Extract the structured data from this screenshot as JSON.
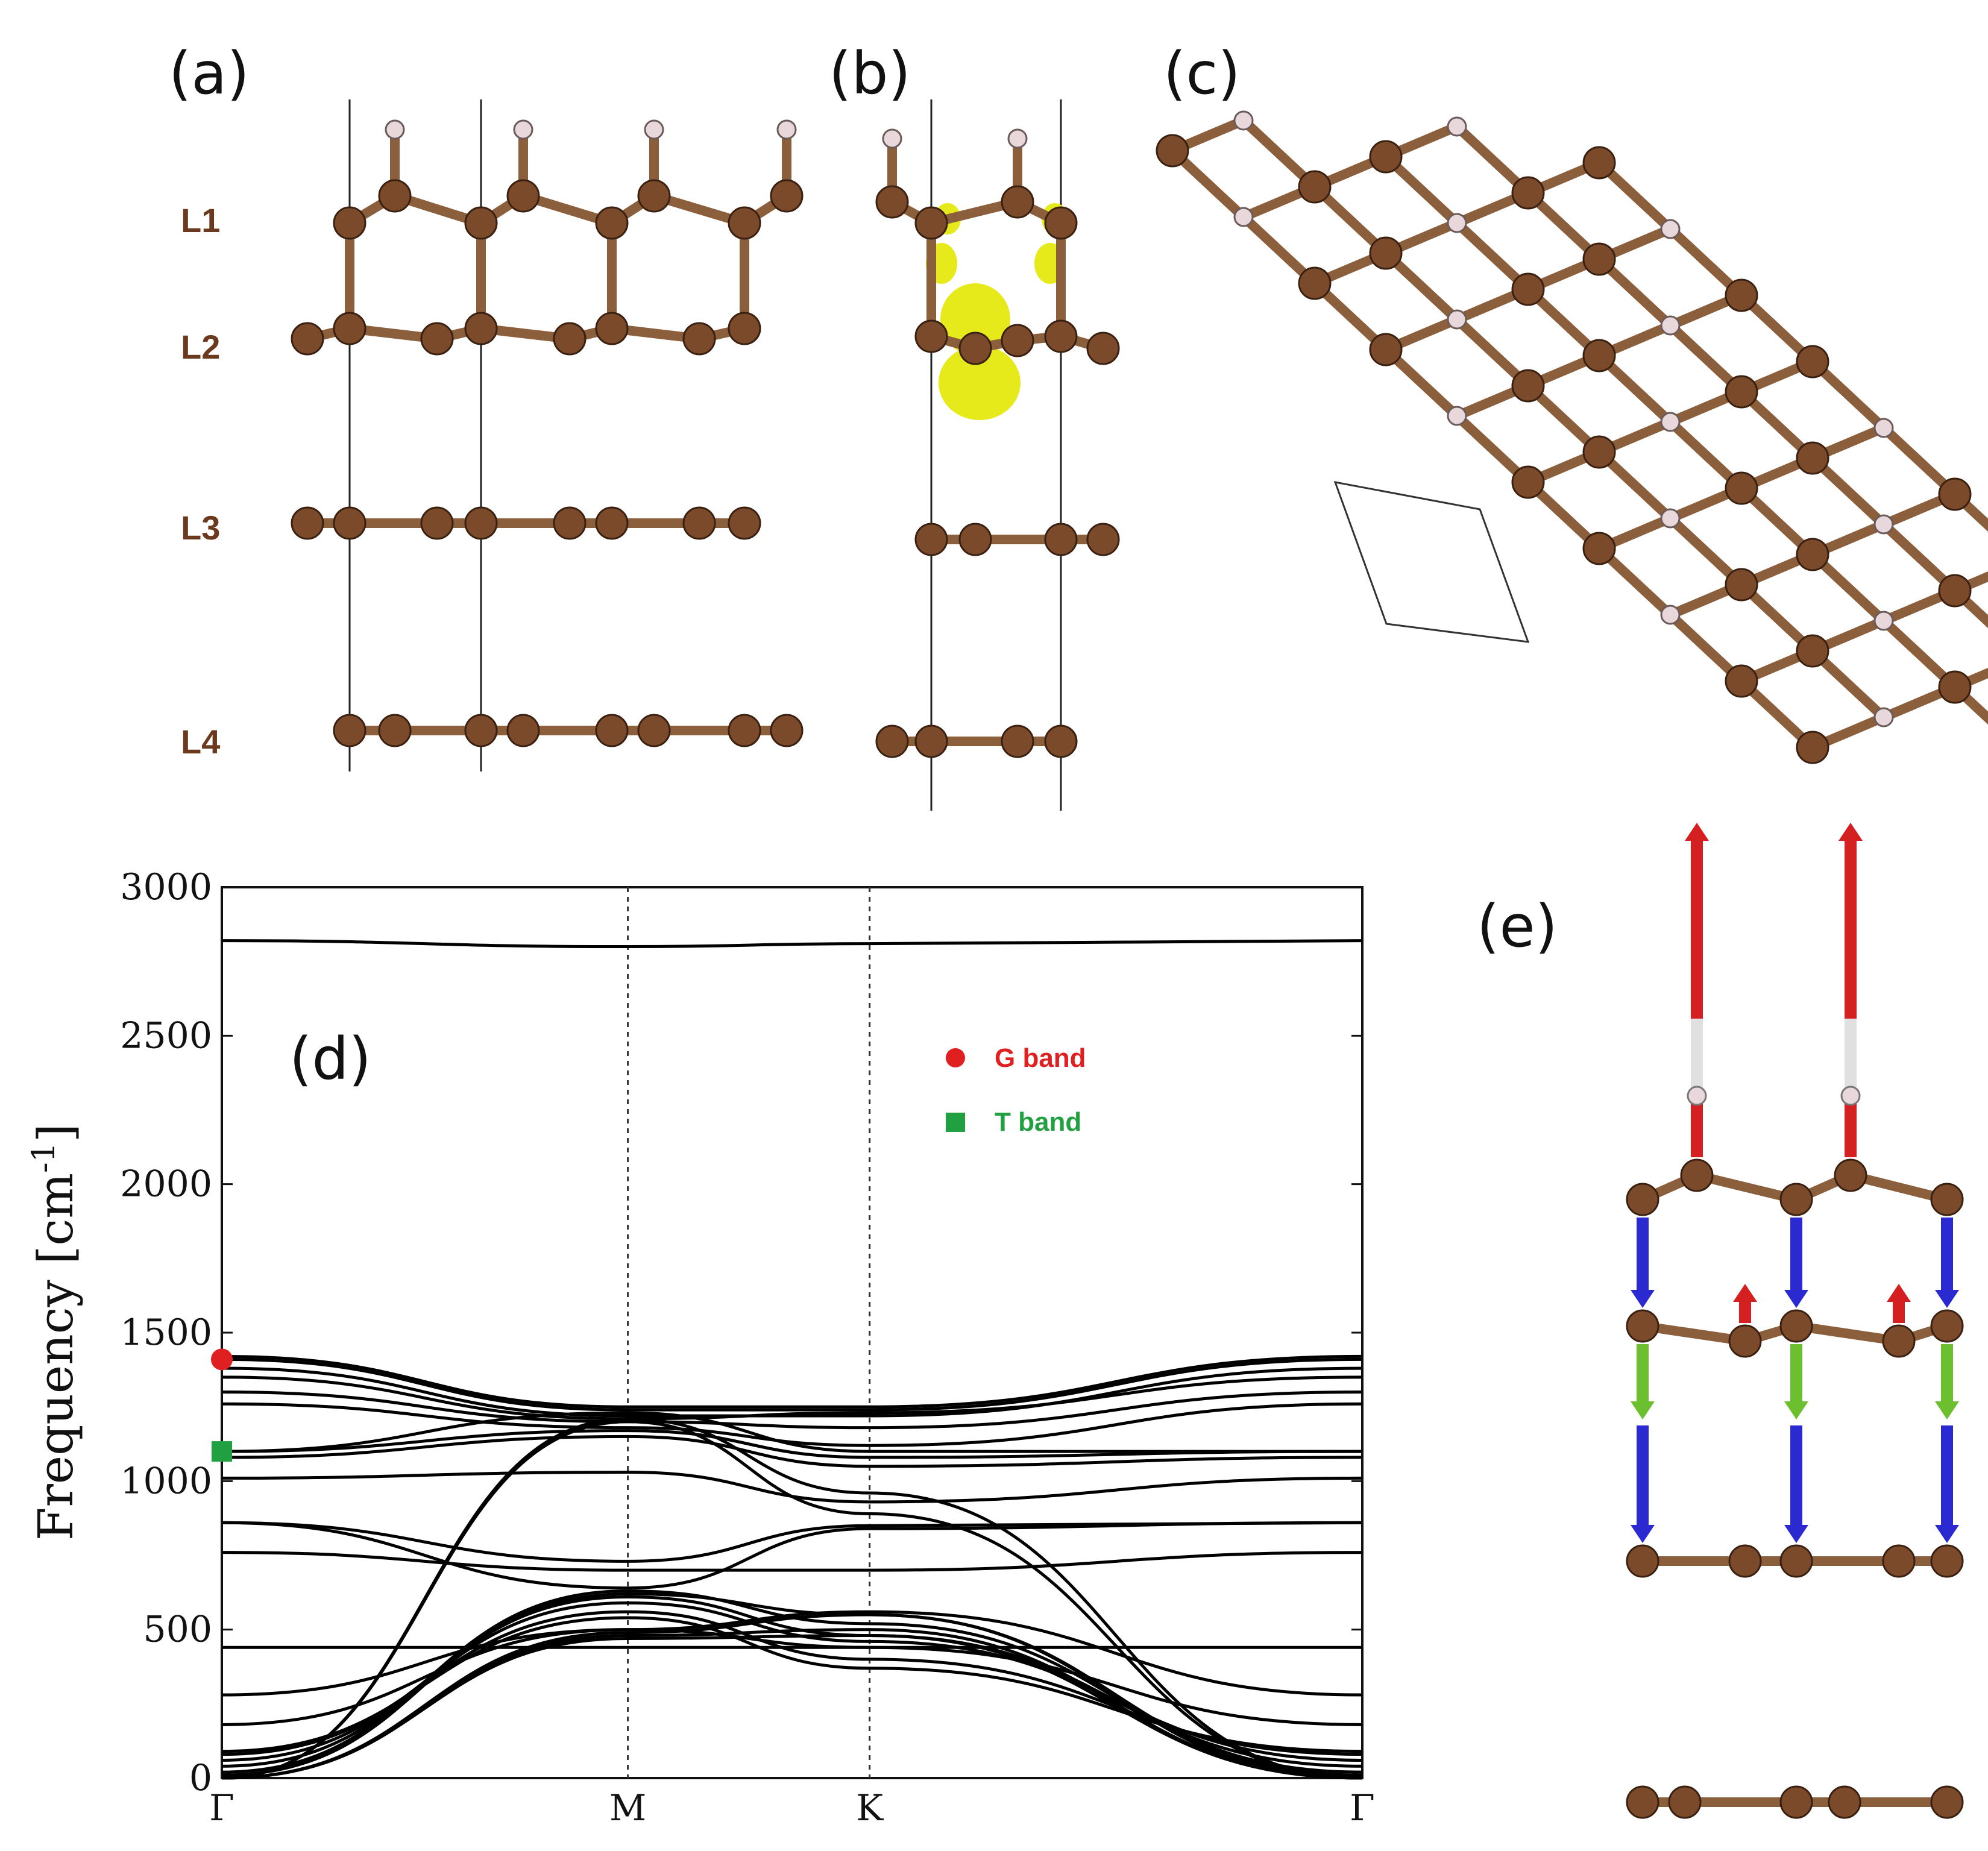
{
  "panels": {
    "a": "(a)",
    "b": "(b)",
    "c": "(c)",
    "d": "(d)",
    "e": "(e)"
  },
  "layers": [
    "L1",
    "L2",
    "L3",
    "L4"
  ],
  "colors": {
    "carbon": "#7a4a2a",
    "hydrogen": "#e8d8dc",
    "bond": "#8b5e3c",
    "isosurface": "#e6ea1a",
    "arrow_h": "#d42020",
    "arrow_white": "#e0e0e0",
    "arrow_blue": "#2a2ad0",
    "arrow_green": "#6cc030"
  },
  "chart_data": {
    "type": "line",
    "title": "",
    "xlabel": "",
    "ylabel": "Frequency [cm-1]",
    "ylabel_parts": {
      "main": "Frequency [cm",
      "sup": "-1",
      "close": "]"
    },
    "ylim": [
      0,
      3000
    ],
    "yticks": [
      0,
      500,
      1000,
      1500,
      2000,
      2500,
      3000
    ],
    "xticks": [
      {
        "label": "Γ",
        "pos": 0
      },
      {
        "label": "M",
        "pos": 0.356
      },
      {
        "label": "K",
        "pos": 0.568
      },
      {
        "label": "Γ",
        "pos": 1
      }
    ],
    "legend": {
      "placement": "top-right",
      "entries": [
        {
          "name": "G band",
          "marker": "circle",
          "color": "#e02020"
        },
        {
          "name": "T band",
          "marker": "square",
          "color": "#20a040"
        }
      ]
    },
    "highlight_points": [
      {
        "series": "G band",
        "x": 0,
        "y": 1410,
        "color": "#e02020",
        "marker": "circle"
      },
      {
        "series": "T band",
        "x": 0,
        "y": 1100,
        "color": "#20a040",
        "marker": "square"
      }
    ],
    "k_path": [
      0,
      0.356,
      0.568,
      1
    ],
    "bands": [
      [
        0,
        490,
        550,
        0
      ],
      [
        0,
        480,
        500,
        0
      ],
      [
        0,
        470,
        480,
        0
      ],
      [
        0,
        1200,
        890,
        0
      ],
      [
        0,
        1210,
        960,
        0
      ],
      [
        10,
        620,
        550,
        10
      ],
      [
        20,
        630,
        520,
        20
      ],
      [
        40,
        610,
        480,
        40
      ],
      [
        60,
        590,
        460,
        60
      ],
      [
        80,
        560,
        400,
        80
      ],
      [
        90,
        540,
        370,
        90
      ],
      [
        180,
        500,
        440,
        180
      ],
      [
        280,
        500,
        560,
        280
      ],
      [
        440,
        440,
        440,
        440
      ],
      [
        760,
        700,
        700,
        760
      ],
      [
        860,
        640,
        840,
        860
      ],
      [
        860,
        730,
        850,
        860
      ],
      [
        1010,
        1030,
        930,
        1010
      ],
      [
        1080,
        1150,
        1050,
        1080
      ],
      [
        1100,
        1170,
        1080,
        1100
      ],
      [
        1100,
        1230,
        1100,
        1100
      ],
      [
        1260,
        1180,
        1120,
        1260
      ],
      [
        1300,
        1200,
        1180,
        1300
      ],
      [
        1350,
        1210,
        1230,
        1350
      ],
      [
        1380,
        1220,
        1220,
        1380
      ],
      [
        1410,
        1240,
        1240,
        1410
      ],
      [
        1420,
        1250,
        1250,
        1420
      ],
      [
        2820,
        2800,
        2810,
        2820
      ]
    ]
  }
}
